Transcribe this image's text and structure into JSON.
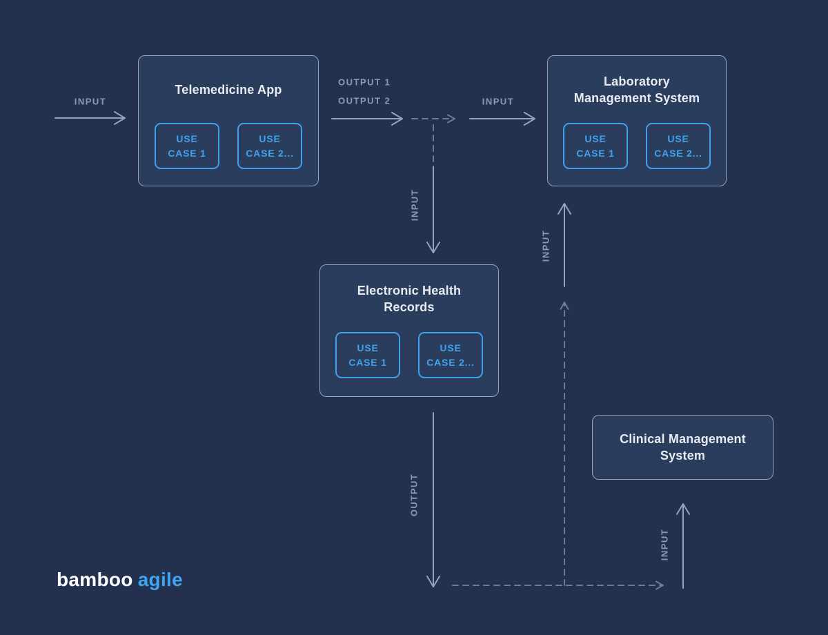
{
  "colors": {
    "background": "#23314e",
    "box_fill": "#2b3d5c",
    "box_border": "#96a3b9",
    "accent_blue": "#3fa2ee",
    "title_text": "#e8ecf2",
    "arrow_solid": "#96a3be",
    "arrow_dashed": "#6e7c96",
    "label_text": "#8c9bb4",
    "logo_white": "#ffffff",
    "logo_blue": "#3ea6f0"
  },
  "nodes": {
    "telemedicine": {
      "title": "Telemedicine App",
      "title_lines": [
        "Telemedicine App"
      ],
      "use_cases": [
        {
          "lines": [
            "USE",
            "CASE 1"
          ]
        },
        {
          "lines": [
            "USE",
            "CASE 2..."
          ]
        }
      ]
    },
    "laboratory": {
      "title": "Laboratory Management System",
      "title_lines": [
        "Laboratory",
        "Management System"
      ],
      "use_cases": [
        {
          "lines": [
            "USE",
            "CASE 1"
          ]
        },
        {
          "lines": [
            "USE",
            "CASE 2..."
          ]
        }
      ]
    },
    "ehr": {
      "title": "Electronic Health Records",
      "title_lines": [
        "Electronic Health",
        "Records"
      ],
      "use_cases": [
        {
          "lines": [
            "USE",
            "CASE 1"
          ]
        },
        {
          "lines": [
            "USE",
            "CASE 2..."
          ]
        }
      ]
    },
    "clinical": {
      "title": "Clinical Management System",
      "title_lines": [
        "Clinical Management",
        "System"
      ],
      "use_cases": []
    }
  },
  "arrow_labels": {
    "input_to_telemedicine": "INPUT",
    "output_1": "OUTPUT 1",
    "output_2": "OUTPUT 2",
    "input_to_laboratory_top": "INPUT",
    "input_to_ehr": "INPUT",
    "output_from_ehr": "OUTPUT",
    "input_to_laboratory_side": "INPUT",
    "input_to_clinical": "INPUT"
  },
  "logo": {
    "word1": "bamboo",
    "word2": "agile"
  }
}
